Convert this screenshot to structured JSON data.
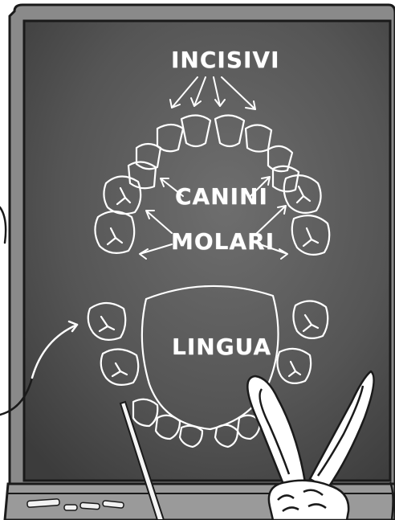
{
  "labels": {
    "incisivi": "INCISIVI",
    "canini": "CANINI",
    "molari": "MOLARI",
    "lingua": "LINGUA"
  },
  "colors": {
    "board_frame": "#7a7a7a",
    "board_surface": "#5a5a5a",
    "chalk": "#ffffff",
    "outline": "#1a1a1a"
  },
  "icons": [
    "chalkboard",
    "chalk-stick",
    "pointer-stick",
    "bunny-character",
    "arrow"
  ]
}
